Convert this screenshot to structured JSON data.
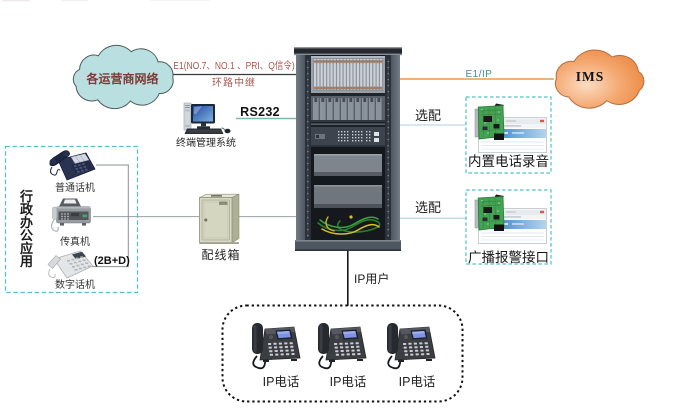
{
  "diagram": {
    "title_hint": "PBX telephone exchange networking diagram",
    "operators_cloud": {
      "label": "各运营商网络"
    },
    "trunk_link": {
      "label_top": "E1(NO.7、NO.1 、PRI、Q信令)",
      "label_bottom": "环路中继"
    },
    "management_terminal": {
      "protocol": "RS232",
      "label": "终端管理系统"
    },
    "office_box": {
      "title": "行政办公应用",
      "devices": [
        {
          "label": "普通话机"
        },
        {
          "label": "传真机"
        },
        {
          "label": "数字话机",
          "note": "(2B+D)"
        }
      ]
    },
    "wiring_box": {
      "label": "配线箱"
    },
    "ims_cloud": {
      "label": "IMS",
      "link_label": "E1/IP"
    },
    "options": [
      {
        "tag": "选配",
        "label": "内置电话录音"
      },
      {
        "tag": "选配",
        "label": "广播报警接口"
      }
    ],
    "ip_users": {
      "label": "IP用户",
      "phones": [
        {
          "label": "IP电话"
        },
        {
          "label": "IP电话"
        },
        {
          "label": "IP电话"
        }
      ]
    },
    "colors": {
      "cloud_fill": "#b9dfe1",
      "cloud_text": "#7e3b35",
      "trunk_text": "#b0574f",
      "ims_fill": "#f0a060",
      "ims_line": "#e8984e",
      "rs232_line": "#7cb9a9",
      "option_line": "#bcd9e6",
      "dashed_box": "#56bfcb",
      "eip_text": "#428f8f"
    }
  }
}
